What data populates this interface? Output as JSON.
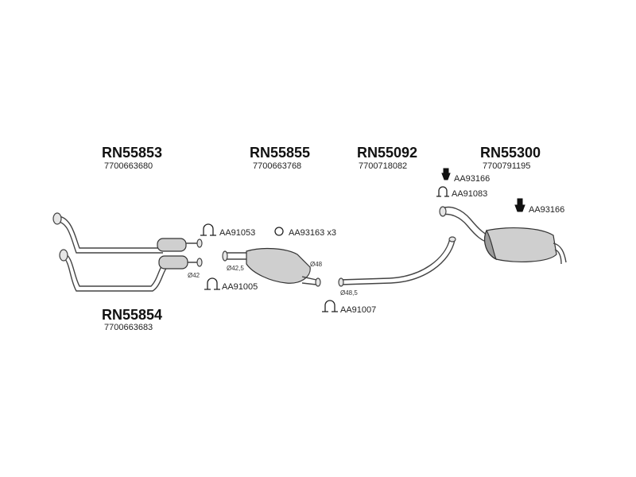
{
  "sections": {
    "front_pipe": {
      "code": "RN55853",
      "oem": "7700663680"
    },
    "center_silencer": {
      "code": "RN55855",
      "oem": "7700663768"
    },
    "intermediate_pipe": {
      "code": "RN55092",
      "oem": "7700718082"
    },
    "rear_silencer": {
      "code": "RN55300",
      "oem": "7700791195"
    },
    "downpipe": {
      "code": "RN55854",
      "oem": "7700663683"
    }
  },
  "accessories": {
    "clamp_aa91053": "AA91053",
    "ring_aa93163": "AA93163 x3",
    "clamp_aa91005": "AA91005",
    "clamp_aa91007": "AA91007",
    "mount_aa93166_top": "AA93166",
    "clamp_aa91083": "AA91083",
    "mount_aa93166_right": "AA93166"
  },
  "dimensions": {
    "d42": "Ø42",
    "d42_5": "Ø42,5",
    "d48": "Ø48",
    "d48_5": "Ø48,5"
  },
  "icons": {
    "clamp": "u-clamp-icon",
    "ring": "rubber-ring-icon",
    "mount": "rubber-mount-icon"
  }
}
